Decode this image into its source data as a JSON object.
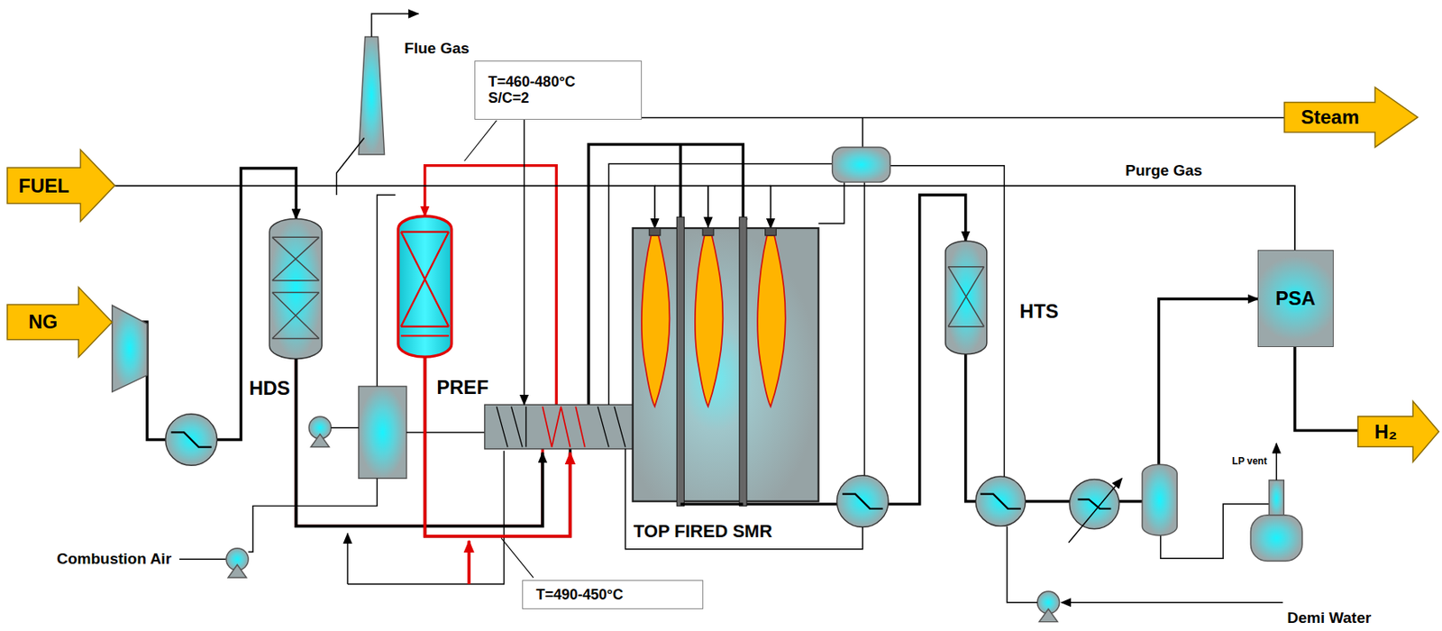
{
  "diagram": {
    "nodes": [
      {
        "text": [
          "FUEL"
        ]
      },
      {
        "text": [
          "NG"
        ]
      },
      {
        "text": [
          "Steam"
        ]
      },
      {
        "text": [
          "H₂"
        ]
      },
      {
        "text": [
          "HDS"
        ]
      },
      {
        "text": [
          "PREF"
        ]
      },
      {
        "text": [
          "TOP FIRED SMR"
        ]
      },
      {
        "text": [
          "HTS"
        ]
      },
      {
        "text": [
          "PSA"
        ]
      },
      {
        "text": [
          "T=460-480°C S/C=2"
        ]
      },
      {
        "text": [
          "T=490-450°C"
        ]
      }
    ],
    "edges": [
      {
        "from": 1,
        "to": 4,
        "arrow": "to"
      },
      {
        "from": 4,
        "to": 5,
        "arrow": "to"
      },
      {
        "from": 5,
        "to": 6,
        "arrow": "to"
      },
      {
        "from": 6,
        "to": 7,
        "arrow": "to"
      },
      {
        "from": 7,
        "to": 8,
        "arrow": "to"
      },
      {
        "from": 8,
        "to": 3,
        "arrow": "none"
      },
      {
        "from": 0,
        "to": 6,
        "arrow": "to"
      },
      {
        "from": 8,
        "to": 6,
        "label": "Purge Gas",
        "arrow": "to"
      }
    ],
    "labels": [
      "Flue Gas",
      "Combustion Air",
      "LP vent",
      "Demi Water"
    ]
  }
}
